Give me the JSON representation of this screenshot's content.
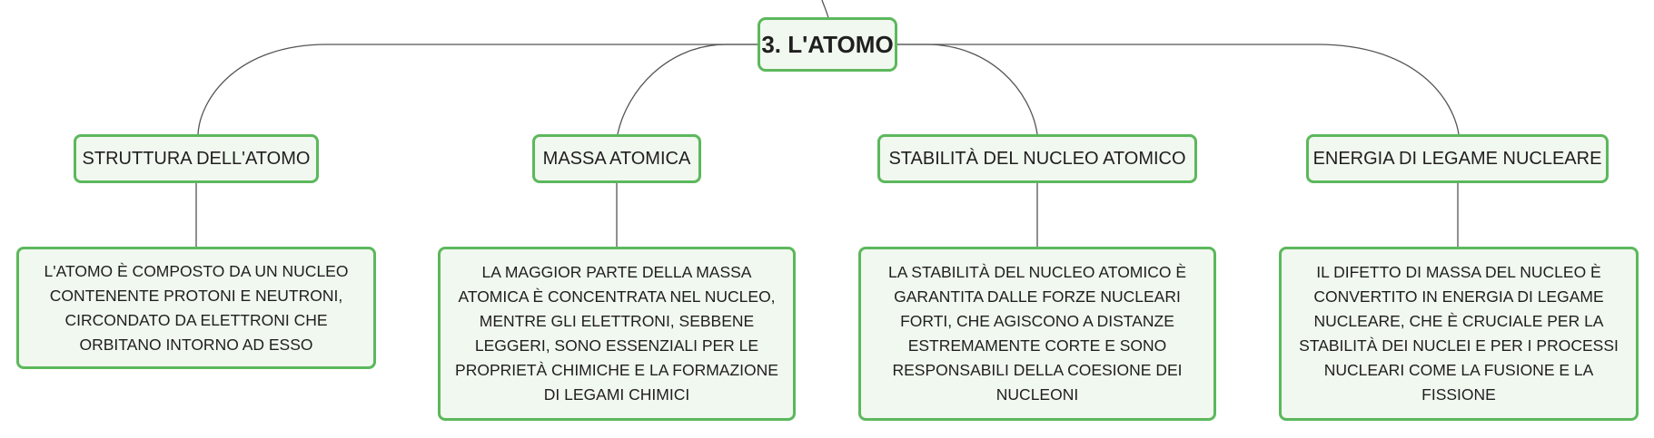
{
  "root": {
    "label": "3. L'ATOMO"
  },
  "branches": [
    {
      "title": "STRUTTURA DELL'ATOMO",
      "description": "L'ATOMO È COMPOSTO DA UN NUCLEO CONTENENTE PROTONI E NEUTRONI, CIRCONDATO DA ELETTRONI CHE ORBITANO INTORNO AD ESSO"
    },
    {
      "title": "MASSA ATOMICA",
      "description": "LA MAGGIOR PARTE DELLA MASSA ATOMICA È CONCENTRATA NEL NUCLEO, MENTRE GLI ELETTRONI, SEBBENE LEGGERI, SONO ESSENZIALI PER LE PROPRIETÀ CHIMICHE E LA FORMAZIONE DI LEGAMI CHIMICI"
    },
    {
      "title": "STABILITÀ DEL NUCLEO ATOMICO",
      "description": "LA STABILITÀ DEL NUCLEO ATOMICO È GARANTITA DALLE FORZE NUCLEARI FORTI, CHE AGISCONO A DISTANZE ESTREMAMENTE CORTE E SONO RESPONSABILI DELLA COESIONE DEI NUCLEONI"
    },
    {
      "title": "ENERGIA DI LEGAME NUCLEARE",
      "description": "IL DIFETTO DI MASSA DEL NUCLEO È CONVERTITO IN ENERGIA DI LEGAME NUCLEARE, CHE È CRUCIALE PER LA STABILITÀ DEI NUCLEI E PER I PROCESSI NUCLEARI COME LA FUSIONE E LA FISSIONE"
    }
  ],
  "colors": {
    "node_border": "#5cb85c",
    "node_fill": "#f1f8ef",
    "connector": "#555555",
    "text": "#1f1f1f"
  }
}
